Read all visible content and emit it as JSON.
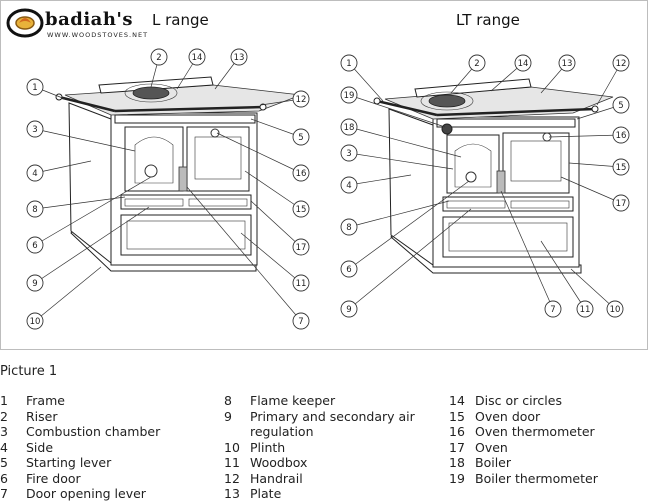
{
  "logo": {
    "word": "badiah's",
    "sub": "WWW.WOODSTOVES.NET"
  },
  "titles": {
    "left": "L range",
    "right": "LT range"
  },
  "caption": "Picture 1",
  "left_callouts": [
    "1",
    "2",
    "14",
    "13",
    "12",
    "3",
    "5",
    "4",
    "16",
    "8",
    "15",
    "6",
    "17",
    "9",
    "11",
    "10",
    "7"
  ],
  "right_callouts": [
    "1",
    "2",
    "14",
    "13",
    "12",
    "19",
    "5",
    "18",
    "16",
    "3",
    "15",
    "4",
    "17",
    "8",
    "6",
    "9",
    "7",
    "11",
    "10"
  ],
  "legend": {
    "col1": [
      {
        "num": "1",
        "label": "Frame"
      },
      {
        "num": "2",
        "label": "Riser"
      },
      {
        "num": "3",
        "label": "Combustion chamber"
      },
      {
        "num": "4",
        "label": "Side"
      },
      {
        "num": "5",
        "label": "Starting lever"
      },
      {
        "num": "6",
        "label": "Fire door"
      },
      {
        "num": "7",
        "label": "Door opening lever"
      }
    ],
    "col2": [
      {
        "num": "8",
        "label": "Flame keeper"
      },
      {
        "num": "9",
        "label": "Primary and secondary air regulation"
      },
      {
        "num": "10",
        "label": "Plinth"
      },
      {
        "num": "11",
        "label": "Woodbox"
      },
      {
        "num": "12",
        "label": "Handrail"
      },
      {
        "num": "13",
        "label": "Plate"
      }
    ],
    "col3": [
      {
        "num": "14",
        "label": "Disc or circles"
      },
      {
        "num": "15",
        "label": "Oven door"
      },
      {
        "num": "16",
        "label": "Oven thermometer"
      },
      {
        "num": "17",
        "label": "Oven"
      },
      {
        "num": "18",
        "label": "Boiler"
      },
      {
        "num": "19",
        "label": "Boiler thermometer"
      }
    ]
  }
}
